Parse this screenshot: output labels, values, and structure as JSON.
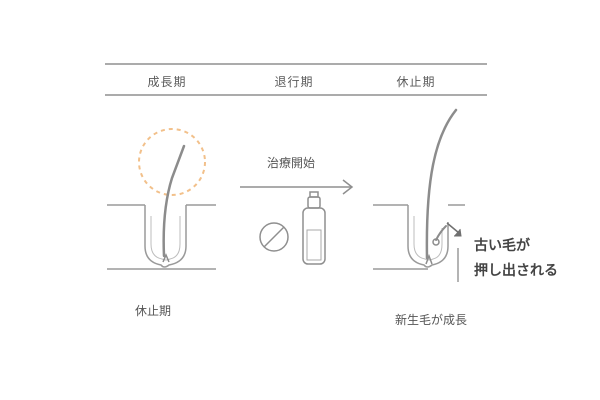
{
  "header": {
    "phases": [
      "成長期",
      "退行期",
      "休止期"
    ]
  },
  "diagram": {
    "treatment_label": "治療開始",
    "left_caption": "休止期",
    "right_caption": "新生毛が成長",
    "callout_line1": "古い毛が",
    "callout_line2": "押し出される"
  },
  "colors": {
    "line": "#9a9a9a",
    "text": "#555555",
    "accent_dashed_circle": "#f2c08a"
  },
  "icons": [
    "pill-icon",
    "bottle-icon",
    "arrow-right-icon",
    "hair-follicle-icon"
  ]
}
